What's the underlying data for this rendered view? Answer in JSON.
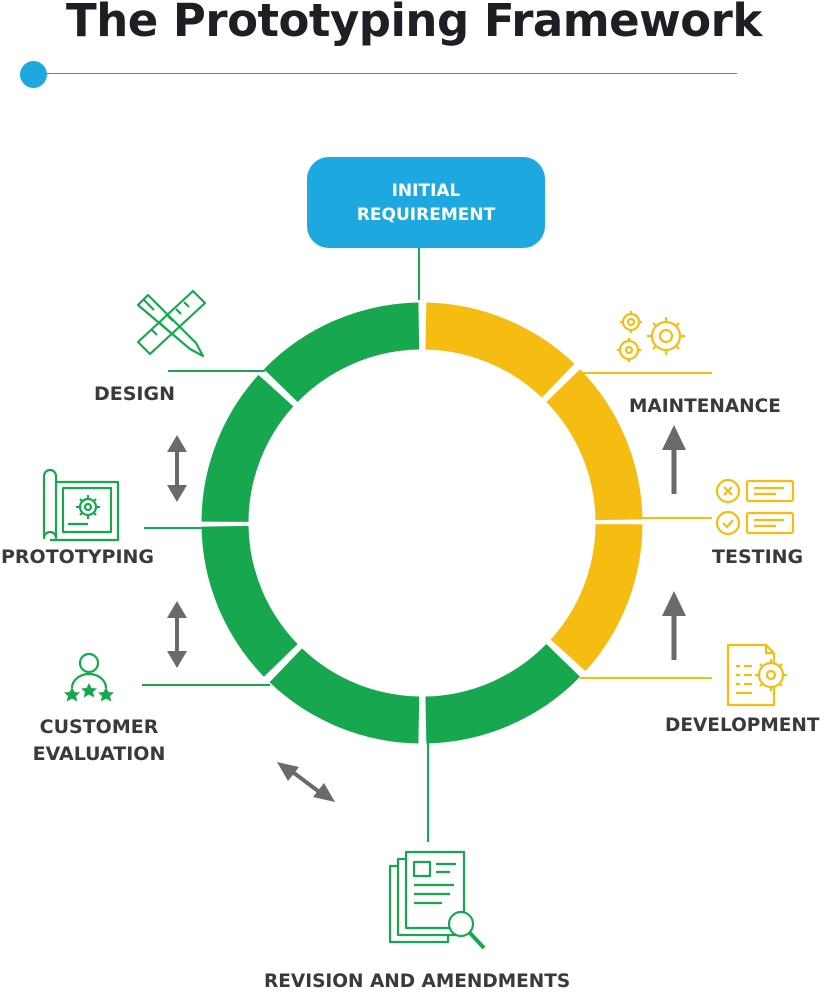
{
  "title": "The Prototyping Framework",
  "initial": "INITIAL\nREQUIREMENT",
  "stages": {
    "design": "DESIGN",
    "prototyping": "PROTOTYPING",
    "customer_evaluation": "CUSTOMER\nEVALUATION",
    "revision": "REVISION AND AMENDMENTS",
    "development": "DEVELOPMENT",
    "testing": "TESTING",
    "maintenance": "MAINTENANCE"
  },
  "colors": {
    "green": "#17a84f",
    "yellow": "#f5bd12",
    "blue": "#1ea8e0",
    "arrow": "#6a6a6a"
  }
}
